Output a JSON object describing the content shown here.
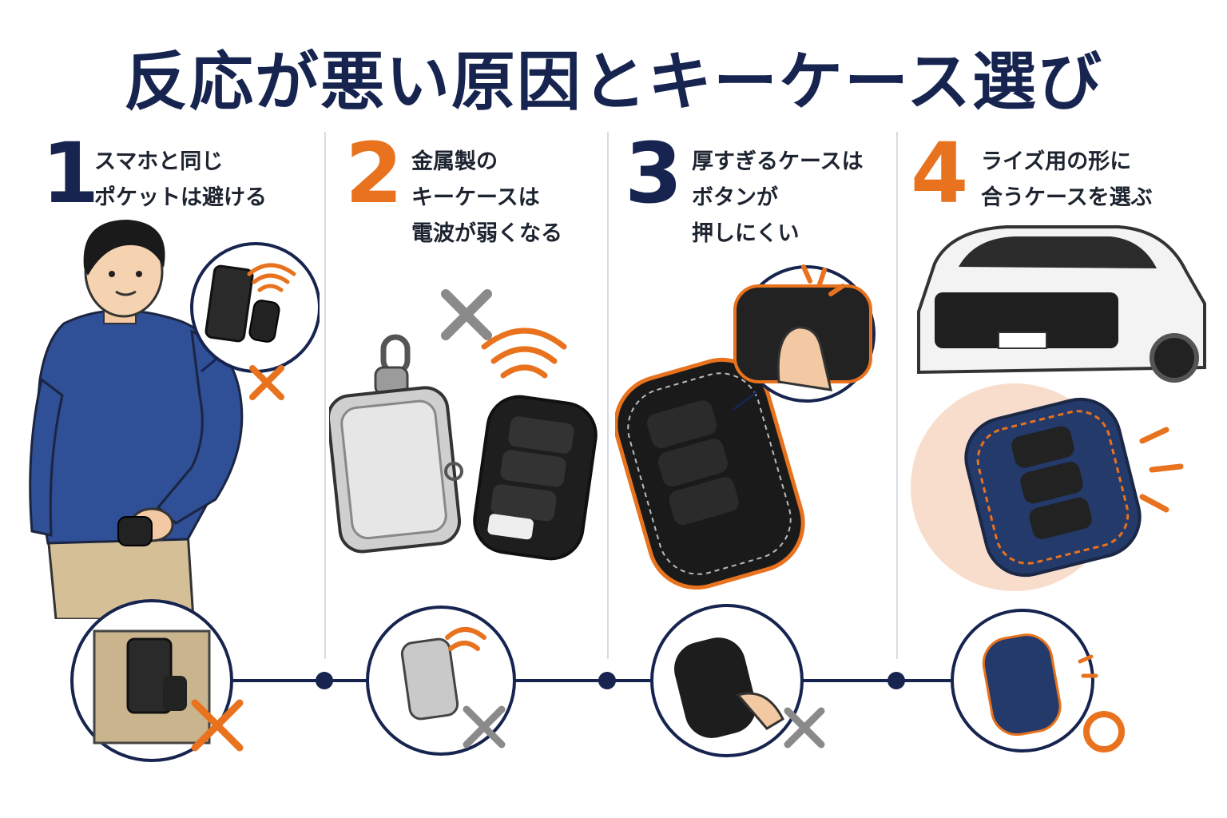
{
  "title": "反応が悪い原因とキーケース選び",
  "colors": {
    "navy": "#16244f",
    "orange": "#e8721d",
    "gray_cross": "#8a8a8a",
    "divider": "#d7dbe3"
  },
  "steps": [
    {
      "number": "1",
      "lines": [
        "スマホと同じ",
        "ポケットは避ける"
      ],
      "number_color": "#16244f",
      "bottom_mark": "cross"
    },
    {
      "number": "2",
      "lines": [
        "金属製の",
        "キーケースは",
        "電波が弱くなる"
      ],
      "number_color": "#e8721d",
      "bottom_mark": "cross"
    },
    {
      "number": "3",
      "lines": [
        "厚すぎるケースは",
        "ボタンが",
        "押しにくい"
      ],
      "number_color": "#16244f",
      "bottom_mark": "cross"
    },
    {
      "number": "4",
      "lines": [
        "ライズ用の形に",
        "合うケースを選ぶ"
      ],
      "number_color": "#e8721d",
      "bottom_mark": "circle"
    }
  ],
  "icons": [
    "person-icon",
    "smartphone-icon",
    "car-key-icon",
    "metal-keycase-icon",
    "signal-waves-icon",
    "leather-keycase-icon",
    "finger-icon",
    "suv-car-icon",
    "cross-icon",
    "circle-ok-icon"
  ]
}
